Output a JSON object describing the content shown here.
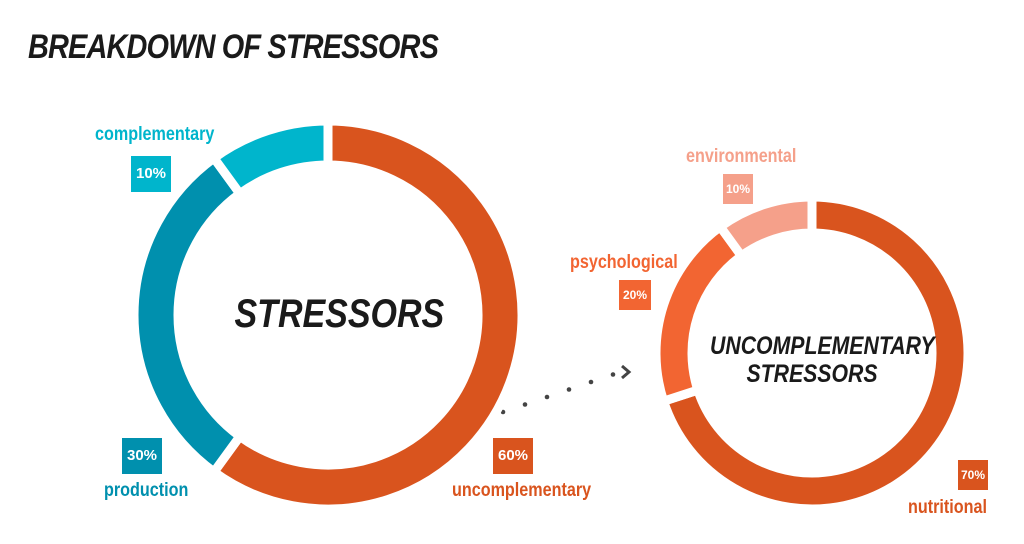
{
  "title": "BREAKDOWN OF STRESSORS",
  "chart_data": [
    {
      "type": "pie",
      "variant": "donut",
      "center_label": "STRESSORS",
      "categories": [
        "uncomplementary",
        "production",
        "complementary"
      ],
      "values": [
        60,
        30,
        10
      ],
      "value_labels": [
        "60%",
        "30%",
        "10%"
      ],
      "colors": [
        "#D9541E",
        "#0090AE",
        "#00B5CC"
      ]
    },
    {
      "type": "pie",
      "variant": "donut",
      "center_label_lines": [
        "UNCOMPLEMENTARY",
        "STRESSORS"
      ],
      "categories": [
        "nutritional",
        "psychological",
        "environmental"
      ],
      "values": [
        70,
        20,
        10
      ],
      "value_labels": [
        "70%",
        "20%",
        "10%"
      ],
      "colors": [
        "#D9541E",
        "#F26532",
        "#F5A08A"
      ]
    }
  ]
}
